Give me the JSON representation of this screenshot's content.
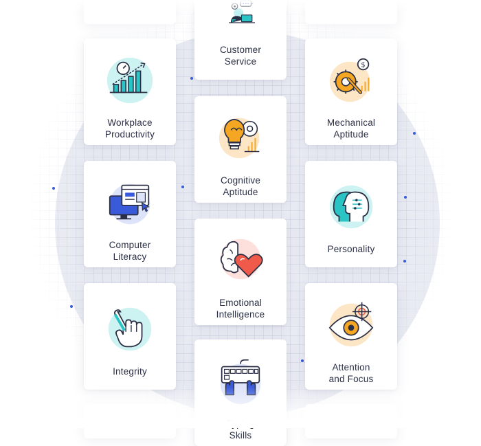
{
  "cards": {
    "customer_service": "Customer\nService",
    "workplace_productivity": "Workplace\nProductivity",
    "mechanical_aptitude": "Mechanical\nAptitude",
    "cognitive_aptitude": "Cognitive\nAptitude",
    "computer_literacy": "Computer\nLiteracy",
    "personality": "Personality",
    "emotional_intelligence": "Emotional\nIntelligence",
    "integrity": "Integrity",
    "attention_and_focus": "Attention\nand Focus",
    "typing_skills": "Typing\nSkills"
  },
  "colors": {
    "accent_blue": "#3a5bd9",
    "teal": "#2bc4c4",
    "orange": "#f5a623",
    "red": "#f05a4b",
    "dark": "#2a2f45"
  }
}
